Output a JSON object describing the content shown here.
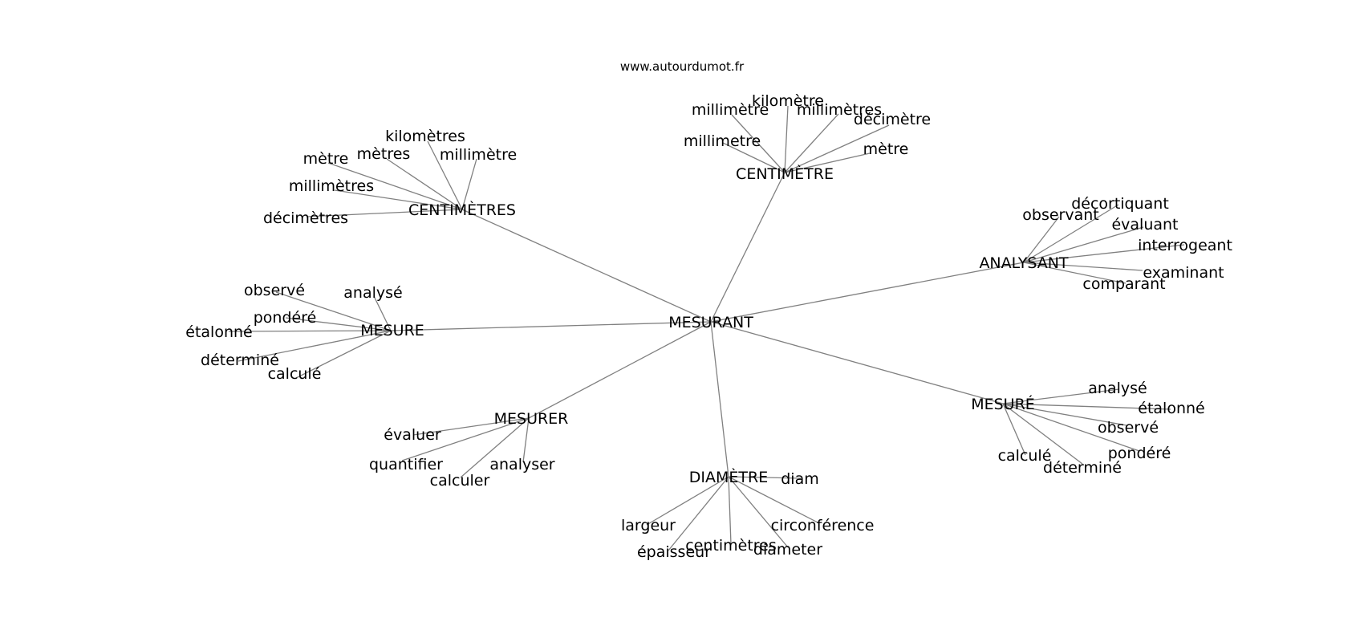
{
  "header": {
    "site": "www.autourdumot.fr"
  },
  "graph": {
    "center": "MESURANT",
    "hubs": [
      {
        "label": "CENTIMÈTRES",
        "leaves": [
          "kilomètres",
          "mètres",
          "millimètre",
          "mètre",
          "millimètres",
          "décimètres"
        ]
      },
      {
        "label": "CENTIMÈTRE",
        "leaves": [
          "kilomètre",
          "millimètre",
          "millimètres",
          "décimètre",
          "millimetre",
          "mètre"
        ]
      },
      {
        "label": "ANALYSANT",
        "leaves": [
          "décortiquant",
          "observant",
          "évaluant",
          "interrogeant",
          "examinant",
          "comparant"
        ]
      },
      {
        "label": "MESURE",
        "leaves": [
          "observé",
          "analysé",
          "pondéré",
          "étalonné",
          "déterminé",
          "calculé"
        ]
      },
      {
        "label": "MESURÉ",
        "leaves": [
          "analysé",
          "étalonné",
          "observé",
          "pondéré",
          "calculé",
          "déterminé"
        ]
      },
      {
        "label": "MESURER",
        "leaves": [
          "évaluer",
          "quantifier",
          "analyser",
          "calculer"
        ]
      },
      {
        "label": "DIAMÈTRE",
        "leaves": [
          "diam",
          "largeur",
          "circonférence",
          "centimètres",
          "épaisseur",
          "diameter"
        ]
      }
    ]
  }
}
